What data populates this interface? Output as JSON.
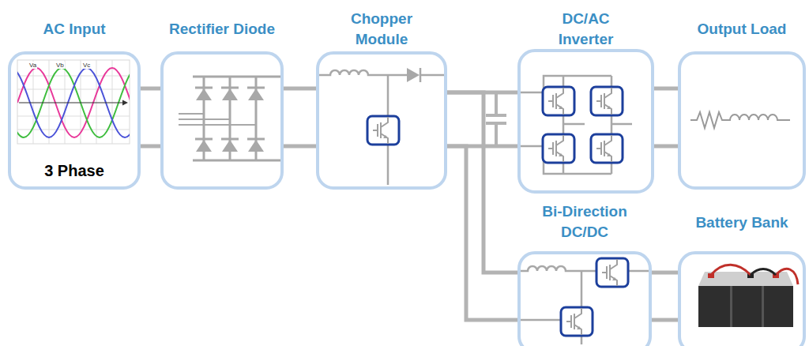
{
  "diagram": {
    "nodes": [
      {
        "text": [
          "AC Input",
          "3 Phase"
        ]
      },
      {
        "text": [
          "Rectifier Diode"
        ]
      },
      {
        "text": [
          "Chopper Module"
        ]
      },
      {
        "text": [
          "DC/AC Inverter"
        ]
      },
      {
        "text": [
          "Output Load"
        ]
      },
      {
        "text": [
          "Bi-Direction DC/DC"
        ]
      },
      {
        "text": [
          "Battery Bank"
        ]
      }
    ],
    "edges": [
      {
        "from": 0,
        "to": 1,
        "arrow": "none"
      },
      {
        "from": 0,
        "to": 1,
        "arrow": "none"
      },
      {
        "from": 1,
        "to": 2,
        "arrow": "none"
      },
      {
        "from": 1,
        "to": 2,
        "arrow": "none"
      },
      {
        "from": 2,
        "to": 3,
        "arrow": "none"
      },
      {
        "from": 2,
        "to": 3,
        "arrow": "none"
      },
      {
        "from": 3,
        "to": 4,
        "arrow": "none"
      },
      {
        "from": 3,
        "to": 4,
        "arrow": "none"
      },
      {
        "from": 2,
        "to": 5,
        "arrow": "none"
      },
      {
        "from": 2,
        "to": 5,
        "arrow": "none"
      },
      {
        "from": 5,
        "to": 6,
        "arrow": "none"
      },
      {
        "from": 5,
        "to": 6,
        "arrow": "none"
      }
    ],
    "labels": [
      "Va",
      "Vb",
      "Vc"
    ]
  }
}
